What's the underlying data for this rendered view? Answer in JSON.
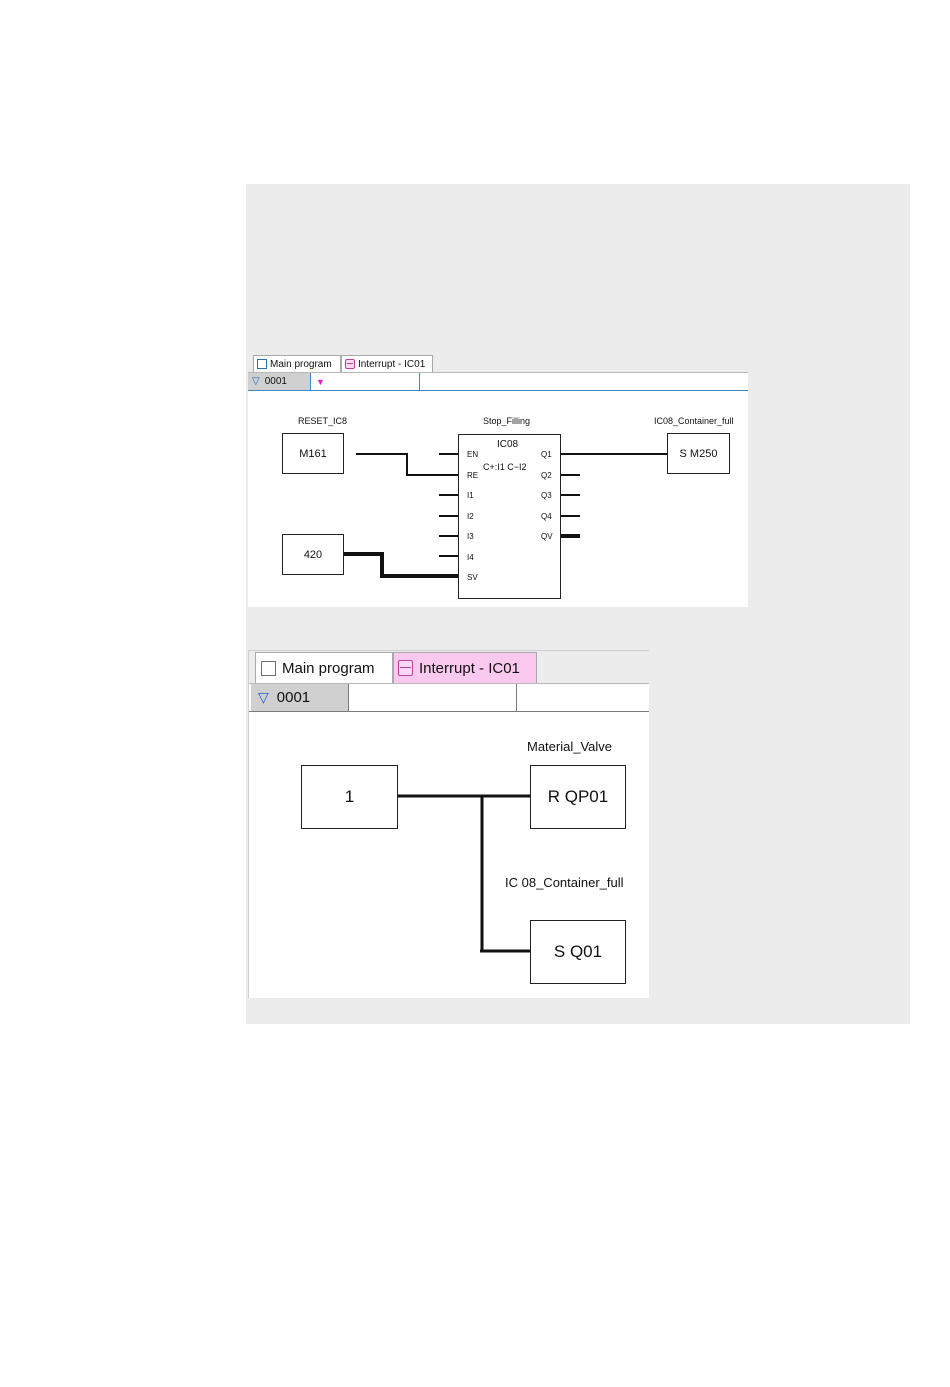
{
  "editor_top": {
    "tabs": [
      {
        "label": "Main program"
      },
      {
        "label": "Interrupt - IC01"
      }
    ],
    "network": {
      "number": "0001"
    },
    "diagram": {
      "input1": {
        "name": "RESET_IC8",
        "value": "M161"
      },
      "input2": {
        "value": "420"
      },
      "function_block": {
        "instance_name": "Stop_Filling",
        "type": "IC08",
        "params": "C+:I1 C−I2",
        "inputs": [
          "EN",
          "RE",
          "I1",
          "I2",
          "I3",
          "I4",
          "SV"
        ],
        "outputs": [
          "Q1",
          "Q2",
          "Q3",
          "Q4",
          "QV"
        ]
      },
      "output": {
        "name": "IC08_Container_full",
        "value": "S M250"
      }
    }
  },
  "editor_bottom": {
    "tabs": [
      {
        "label": "Main program"
      },
      {
        "label": "Interrupt - IC01"
      }
    ],
    "network": {
      "number": "0001"
    },
    "diagram": {
      "constant": "1",
      "coil1": {
        "name": "Material_Valve",
        "value": "R QP01"
      },
      "coil2": {
        "name": "IC 08_Container_full",
        "value": "S Q01"
      }
    }
  }
}
